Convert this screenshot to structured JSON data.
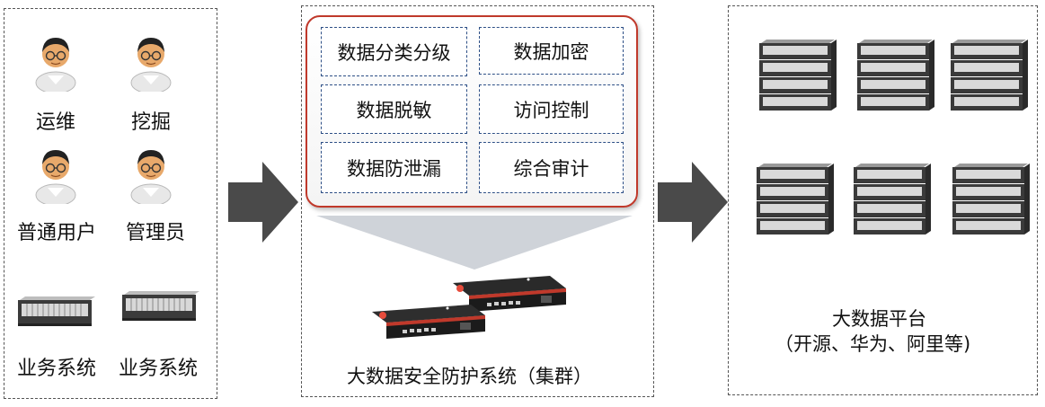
{
  "users": {
    "ops": "运维",
    "mining": "挖掘",
    "regular_user": "普通用户",
    "admin": "管理员"
  },
  "business": {
    "system_1": "业务系统",
    "system_2": "业务系统"
  },
  "features": {
    "classification": "数据分类分级",
    "encryption": "数据加密",
    "masking": "数据脱敏",
    "access_control": "访问控制",
    "leak_prevention": "数据防泄漏",
    "audit": "综合审计"
  },
  "appliance_caption": "大数据安全防护系统（集群）",
  "platform": {
    "title": "大数据平台",
    "subtitle": "（开源、华为、阿里等)"
  },
  "colors": {
    "feature_border": "#c0392b",
    "feature_cell_border": "#2d4f86",
    "arrow": "#4a4a4a",
    "funnel": "#cfd3d9"
  }
}
